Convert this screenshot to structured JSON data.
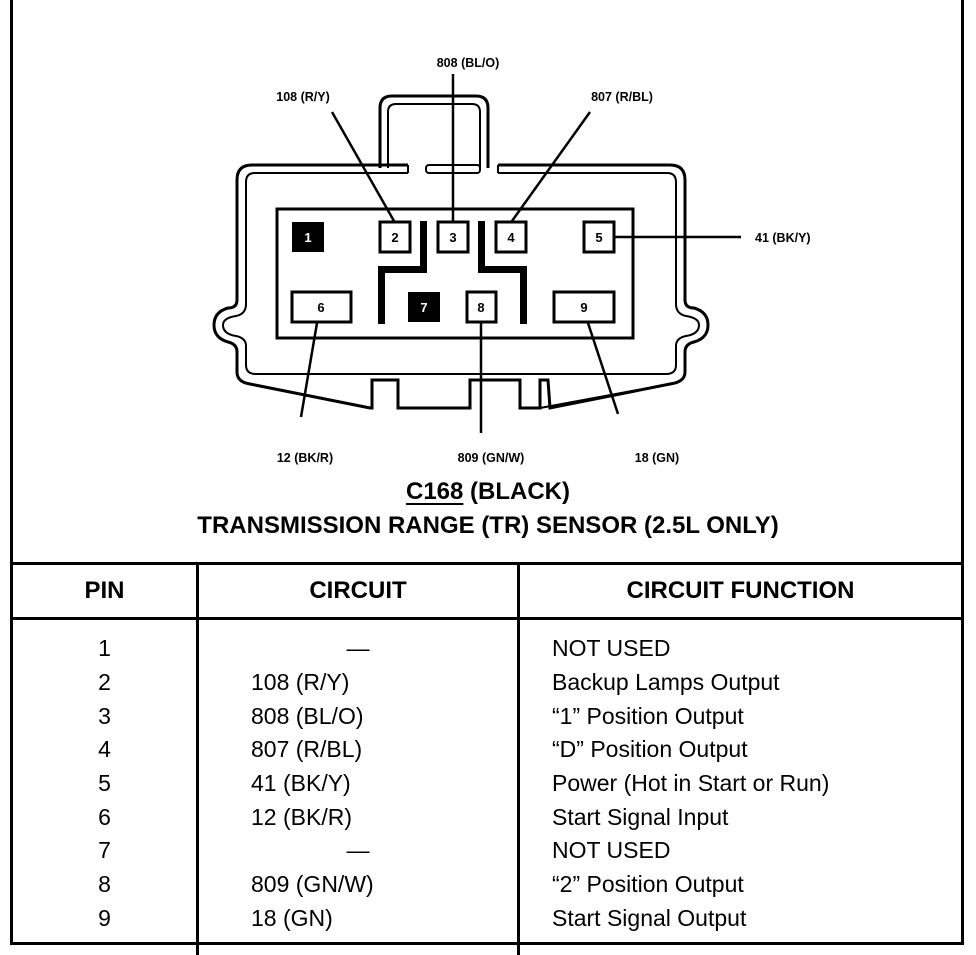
{
  "connector": {
    "id": "C168",
    "color_suffix": "(BLACK)",
    "component": "TRANSMISSION RANGE (TR) SENSOR (2.5L ONLY)"
  },
  "connector_face": {
    "pins": [
      {
        "pin": "1",
        "label": "1",
        "filled": true,
        "wire": ""
      },
      {
        "pin": "2",
        "label": "2",
        "filled": false,
        "wire": "108 (R/Y)"
      },
      {
        "pin": "3",
        "label": "3",
        "filled": false,
        "wire": "808 (BL/O)"
      },
      {
        "pin": "4",
        "label": "4",
        "filled": false,
        "wire": "807 (R/BL)"
      },
      {
        "pin": "5",
        "label": "5",
        "filled": false,
        "wire": "41 (BK/Y)"
      },
      {
        "pin": "6",
        "label": "6",
        "filled": false,
        "wire": "12 (BK/R)"
      },
      {
        "pin": "7",
        "label": "7",
        "filled": true,
        "wire": ""
      },
      {
        "pin": "8",
        "label": "8",
        "filled": false,
        "wire": "809 (GN/W)"
      },
      {
        "pin": "9",
        "label": "9",
        "filled": false,
        "wire": "18 (GN)"
      }
    ]
  },
  "table": {
    "headers": [
      "PIN",
      "CIRCUIT",
      "CIRCUIT FUNCTION"
    ],
    "rows": [
      {
        "pin": "1",
        "circuit": "—",
        "function": "NOT USED"
      },
      {
        "pin": "2",
        "circuit": "108 (R/Y)",
        "function": "Backup Lamps Output"
      },
      {
        "pin": "3",
        "circuit": "808 (BL/O)",
        "function": "“1” Position Output"
      },
      {
        "pin": "4",
        "circuit": "807 (R/BL)",
        "function": "“D” Position Output"
      },
      {
        "pin": "5",
        "circuit": "41 (BK/Y)",
        "function": "Power (Hot in Start or Run)"
      },
      {
        "pin": "6",
        "circuit": "12 (BK/R)",
        "function": "Start Signal Input"
      },
      {
        "pin": "7",
        "circuit": "—",
        "function": "NOT USED"
      },
      {
        "pin": "8",
        "circuit": "809 (GN/W)",
        "function": "“2” Position Output"
      },
      {
        "pin": "9",
        "circuit": "18 (GN)",
        "function": "Start Signal Output"
      }
    ]
  }
}
